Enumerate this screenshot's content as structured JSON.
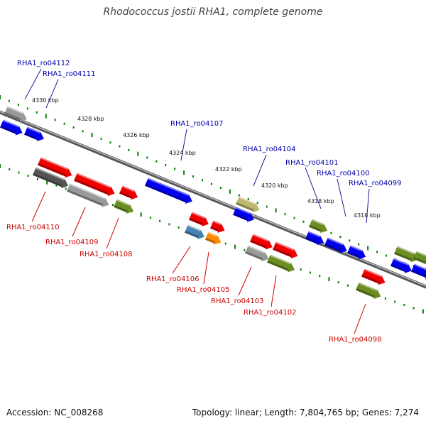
{
  "title": "Rhodococcus jostii RHA1, complete genome",
  "footer": {
    "accession": "Accession: NC_008268",
    "summary": "Topology: linear; Length: 7,804,765 bp; Genes: 7,274"
  },
  "colors": {
    "red": "#ee0000",
    "blue": "#0000ee",
    "olive": "#6b8e23",
    "gray": "#999999",
    "darkgray": "#555555",
    "khaki": "#bdb76b",
    "steelblue": "#4682b4",
    "orange": "#ff8c00",
    "forward_label": "#0000aa",
    "reverse_label": "#cc0000",
    "ruler": "#008000"
  },
  "ruler_labels": [
    "4330 kbp",
    "4328 kbp",
    "4326 kbp",
    "4324 kbp",
    "4322 kbp",
    "4320 kbp",
    "4318 kbp",
    "4316 kbp"
  ],
  "forward_labels": [
    "RHA1_ro04112",
    "RHA1_ro04111",
    "RHA1_ro04107",
    "RHA1_ro04104",
    "RHA1_ro04101",
    "RHA1_ro04100",
    "RHA1_ro04099"
  ],
  "reverse_labels": [
    "RHA1_ro04110",
    "RHA1_ro04109",
    "RHA1_ro04108",
    "RHA1_ro04106",
    "RHA1_ro04105",
    "RHA1_ro04103",
    "RHA1_ro04102",
    "RHA1_ro04098"
  ]
}
